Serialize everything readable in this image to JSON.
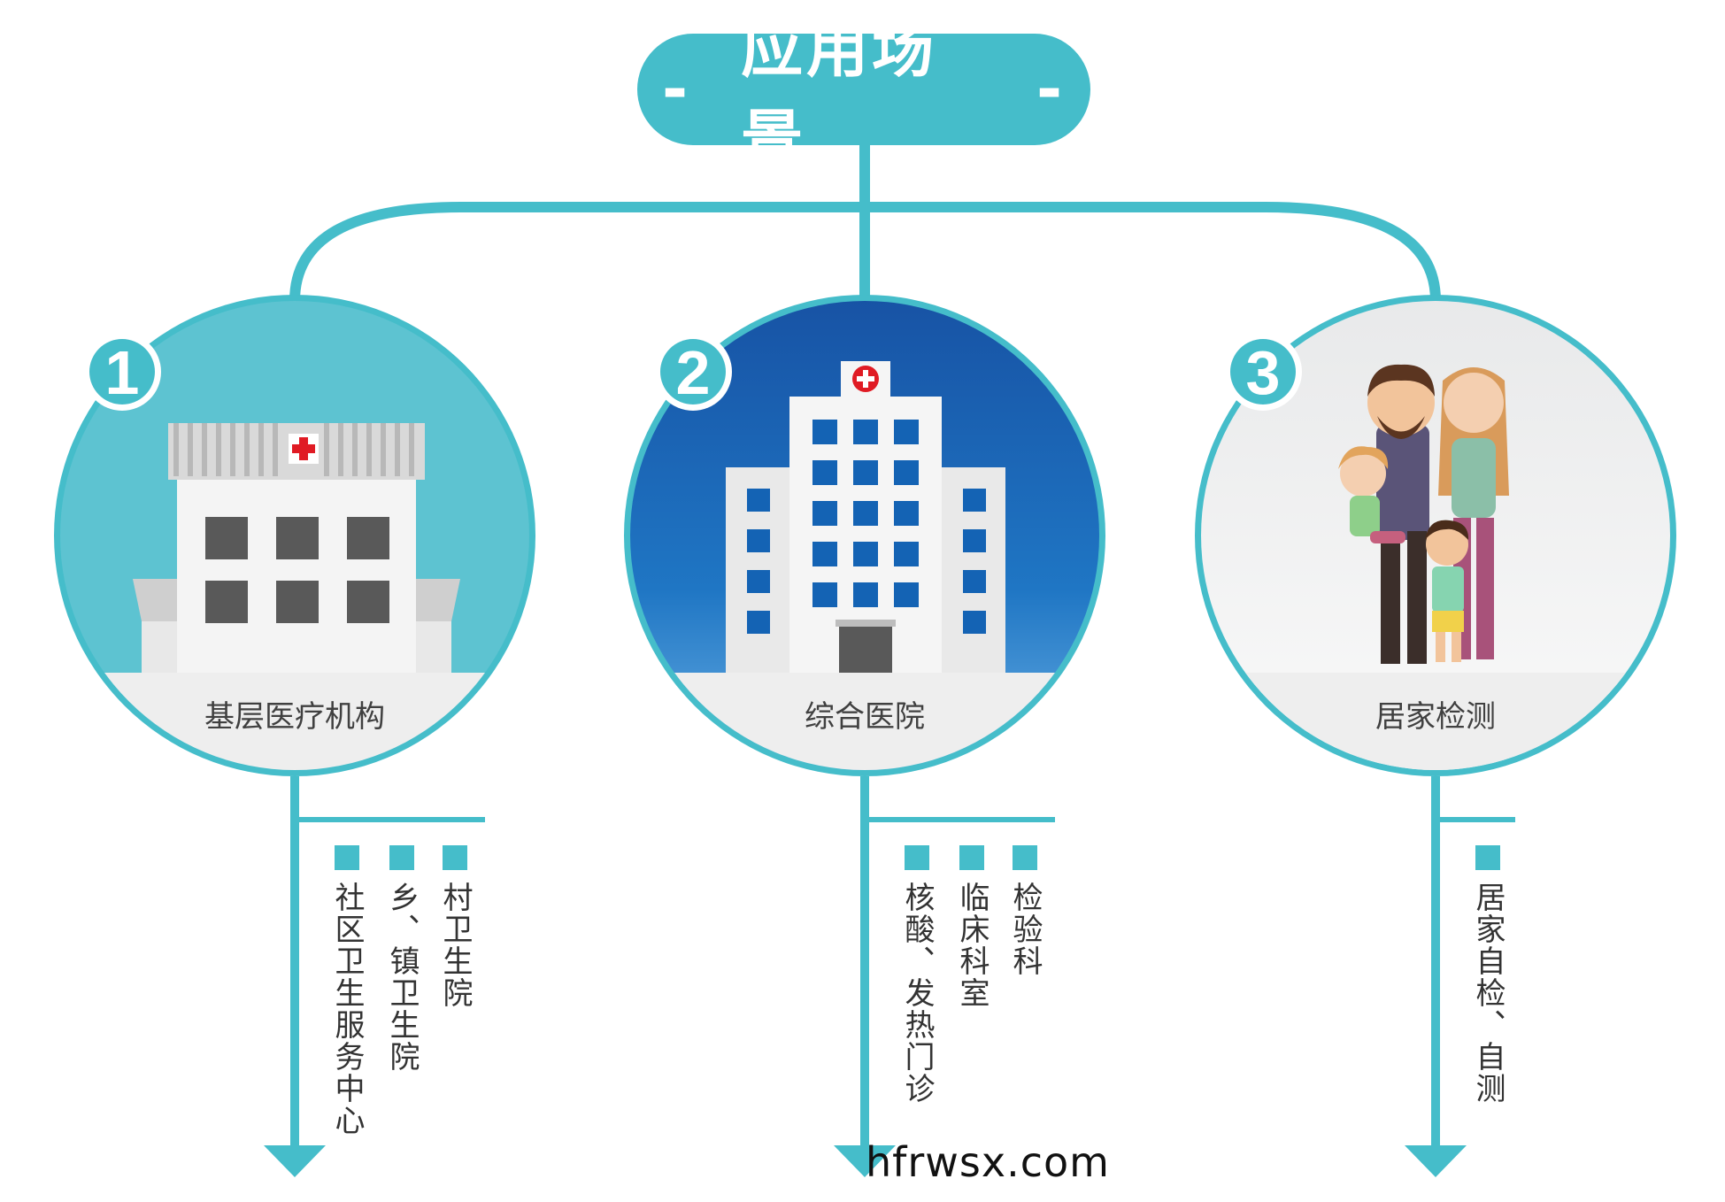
{
  "title": {
    "dash_left": "-",
    "text": "应用场景",
    "dash_right": "-"
  },
  "colors": {
    "teal": "#45bdca",
    "blue_top": "#1356a8",
    "blue_bottom": "#5aa8e0",
    "gray_band": "#eeeeee",
    "marker": "#45bdca"
  },
  "branches": [
    {
      "number": "1",
      "label": "基层医疗机构",
      "items": [
        "社区卫生服务中心",
        "乡、镇卫生院",
        "村卫生院"
      ]
    },
    {
      "number": "2",
      "label": "综合医院",
      "items": [
        "核酸、发热门诊",
        "临床科室",
        "检验科"
      ]
    },
    {
      "number": "3",
      "label": "居家检测",
      "items": [
        "居家自检、自测"
      ]
    }
  ],
  "watermark": "hfrwsx.com"
}
